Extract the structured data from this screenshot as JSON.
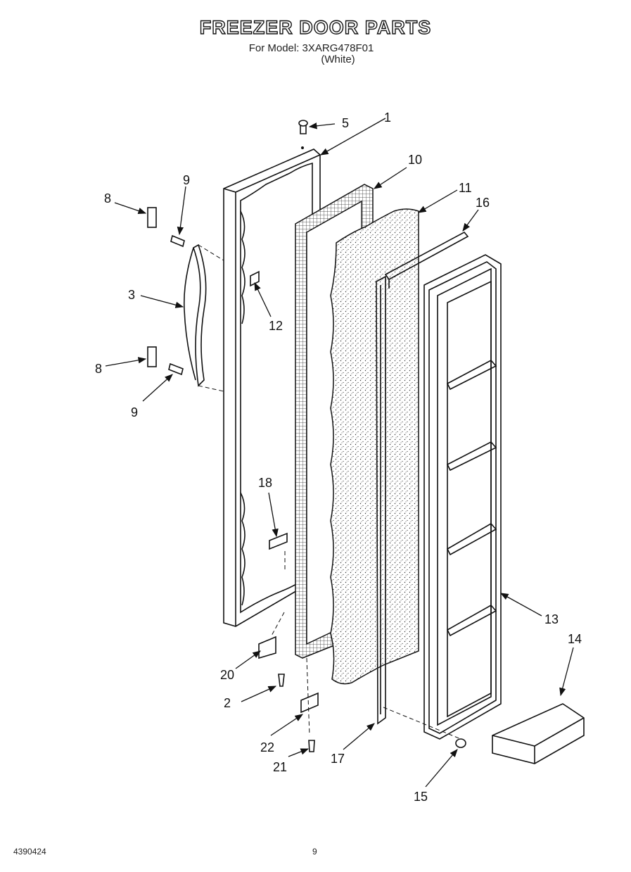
{
  "title": "FREEZER DOOR PARTS",
  "model_line": "For Model: 3XARG478F01",
  "color_line": "(White)",
  "footer": {
    "doc_number": "4390424",
    "page_number": "9"
  },
  "callouts": {
    "c1": "1",
    "c2": "2",
    "c3": "3",
    "c5": "5",
    "c8a": "8",
    "c8b": "8",
    "c9a": "9",
    "c9b": "9",
    "c10": "10",
    "c11": "11",
    "c12": "12",
    "c13": "13",
    "c14": "14",
    "c15": "15",
    "c16": "16",
    "c17": "17",
    "c18": "18",
    "c20": "20",
    "c21": "21",
    "c22": "22"
  }
}
